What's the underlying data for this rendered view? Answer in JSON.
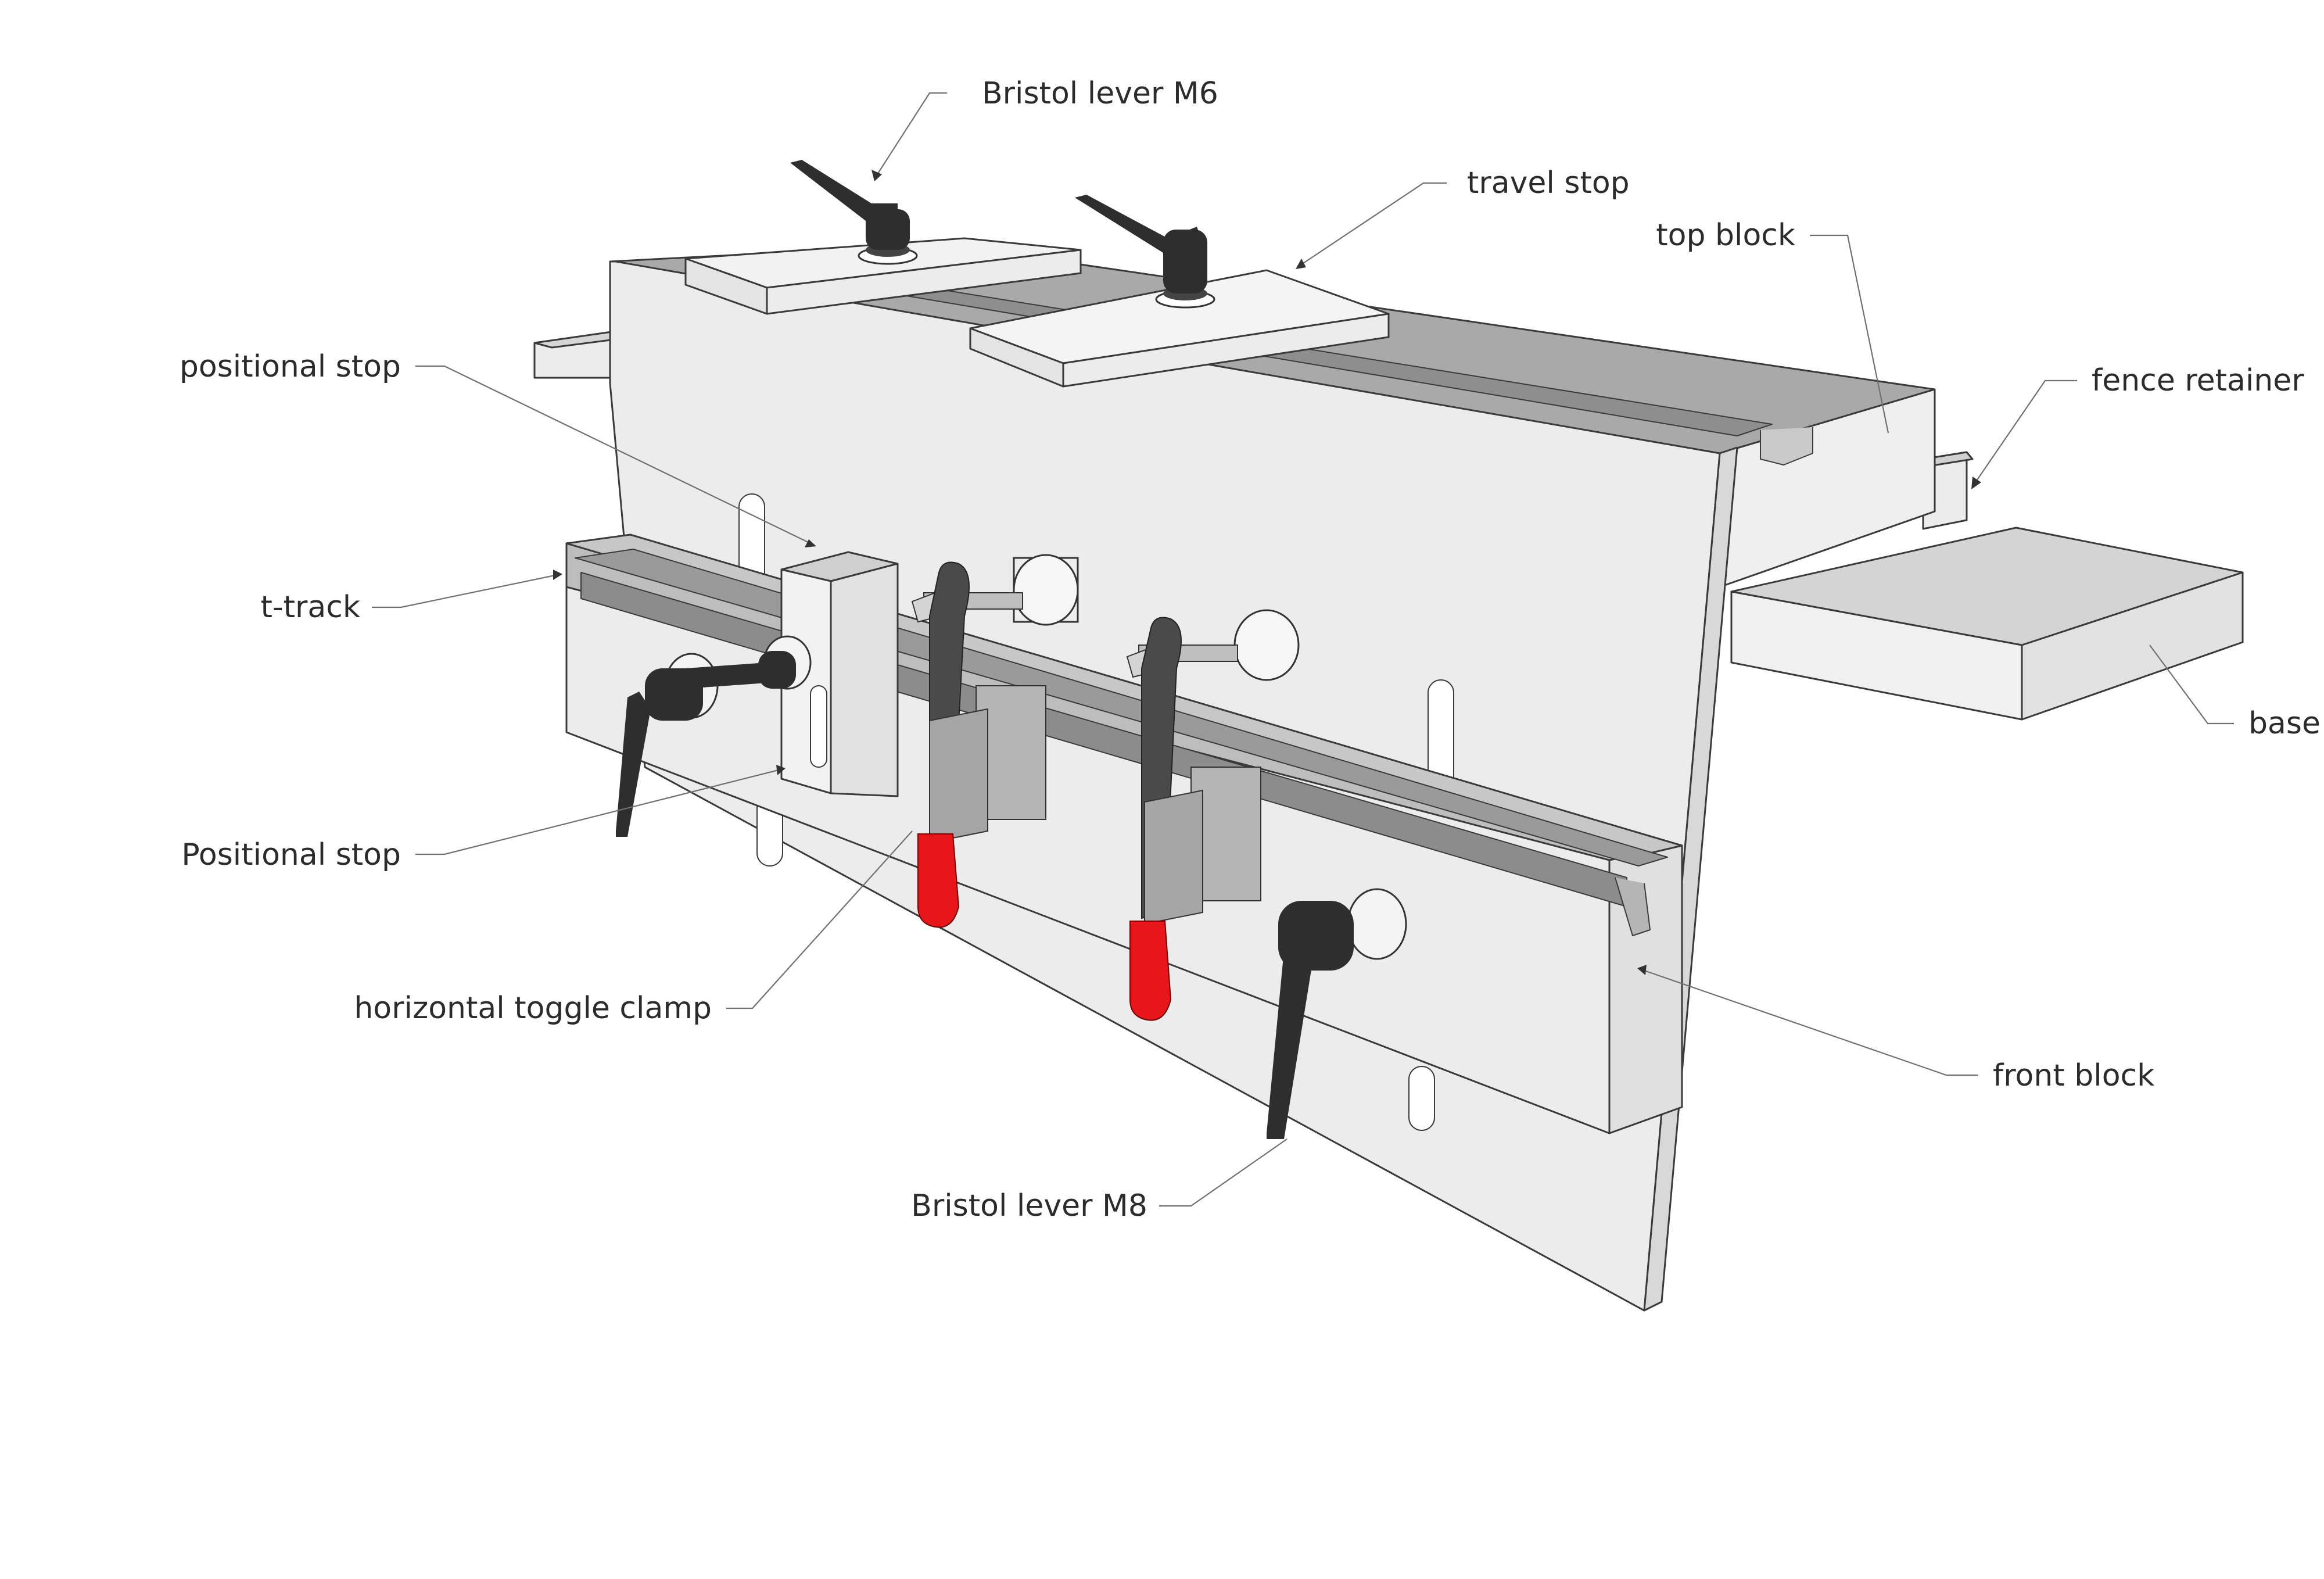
{
  "labels": {
    "bristol_m6": "Bristol lever M6",
    "travel_stop": "travel stop",
    "top_block": "top block",
    "fence_retainer": "fence retainer",
    "positional_stop_top": "positional stop",
    "t_track": "t-track",
    "base": "base",
    "positional_stop_bottom": "Positional stop",
    "toggle_clamp": "horizontal toggle clamp",
    "front_block": "front block",
    "bristol_m8": "Bristol lever M8"
  },
  "colors": {
    "face_light": "#efefef",
    "face_mid": "#d9d9d9",
    "face_dark": "#a9a9a9",
    "track": "#9c9c9c",
    "handle_black": "#2e2e2e",
    "clamp_red": "#e8151b",
    "outline": "#3a3a3a"
  }
}
